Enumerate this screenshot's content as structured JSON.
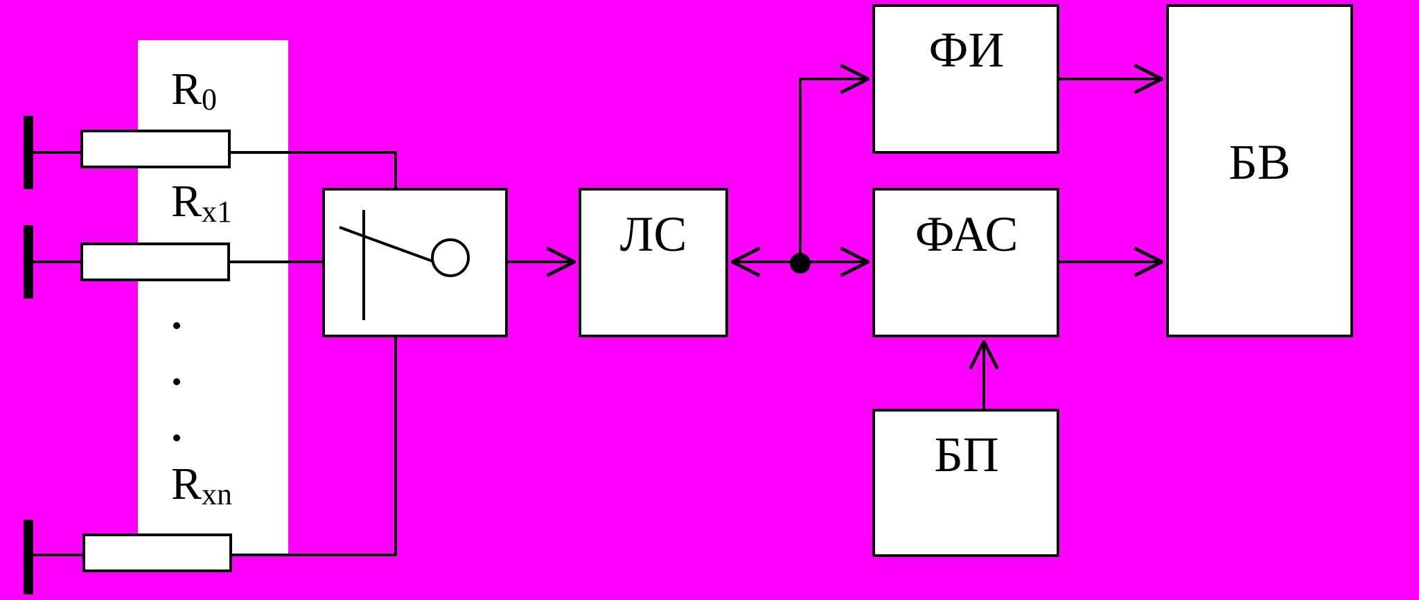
{
  "colors": {
    "background": "#ff00ff",
    "panel": "#ffffff",
    "stroke": "#000000"
  },
  "resistors": [
    {
      "base": "R",
      "sub": "0"
    },
    {
      "base": "R",
      "sub": "x1"
    },
    {
      "base": "R",
      "sub": "xn"
    }
  ],
  "ellipsis_dots": 3,
  "blocks": {
    "switch": "",
    "ls": "ЛС",
    "fi": "ФИ",
    "fas": "ФАС",
    "bp": "БП",
    "bv": "БВ"
  }
}
